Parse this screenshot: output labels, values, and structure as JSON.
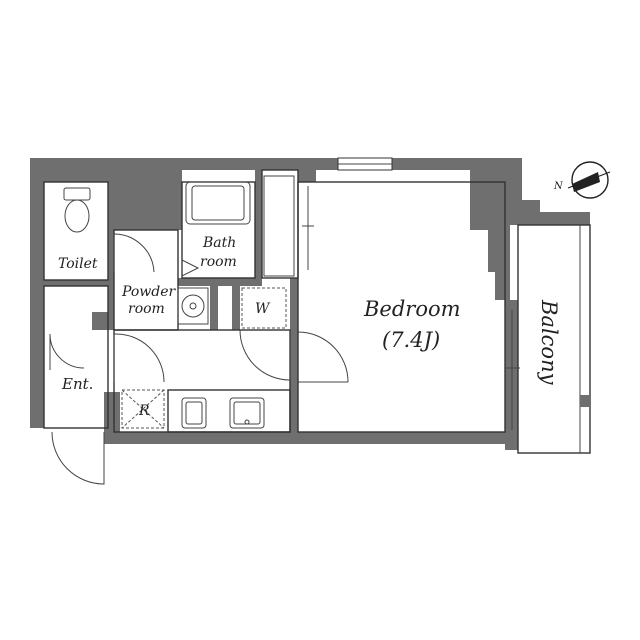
{
  "rooms": {
    "toilet": "Toilet",
    "bath_line1": "Bath",
    "bath_line2": "room",
    "powder_line1": "Powder",
    "powder_line2": "room",
    "entrance": "Ent.",
    "bedroom": "Bedroom",
    "bedroom_size": "(7.4J)",
    "balcony": "Balcony"
  },
  "fixtures": {
    "washer": "W",
    "refrigerator": "R"
  },
  "compass": {
    "north_label": "N"
  },
  "colors": {
    "wall": "#6f6f6f",
    "line": "#333333",
    "background": "#ffffff"
  }
}
